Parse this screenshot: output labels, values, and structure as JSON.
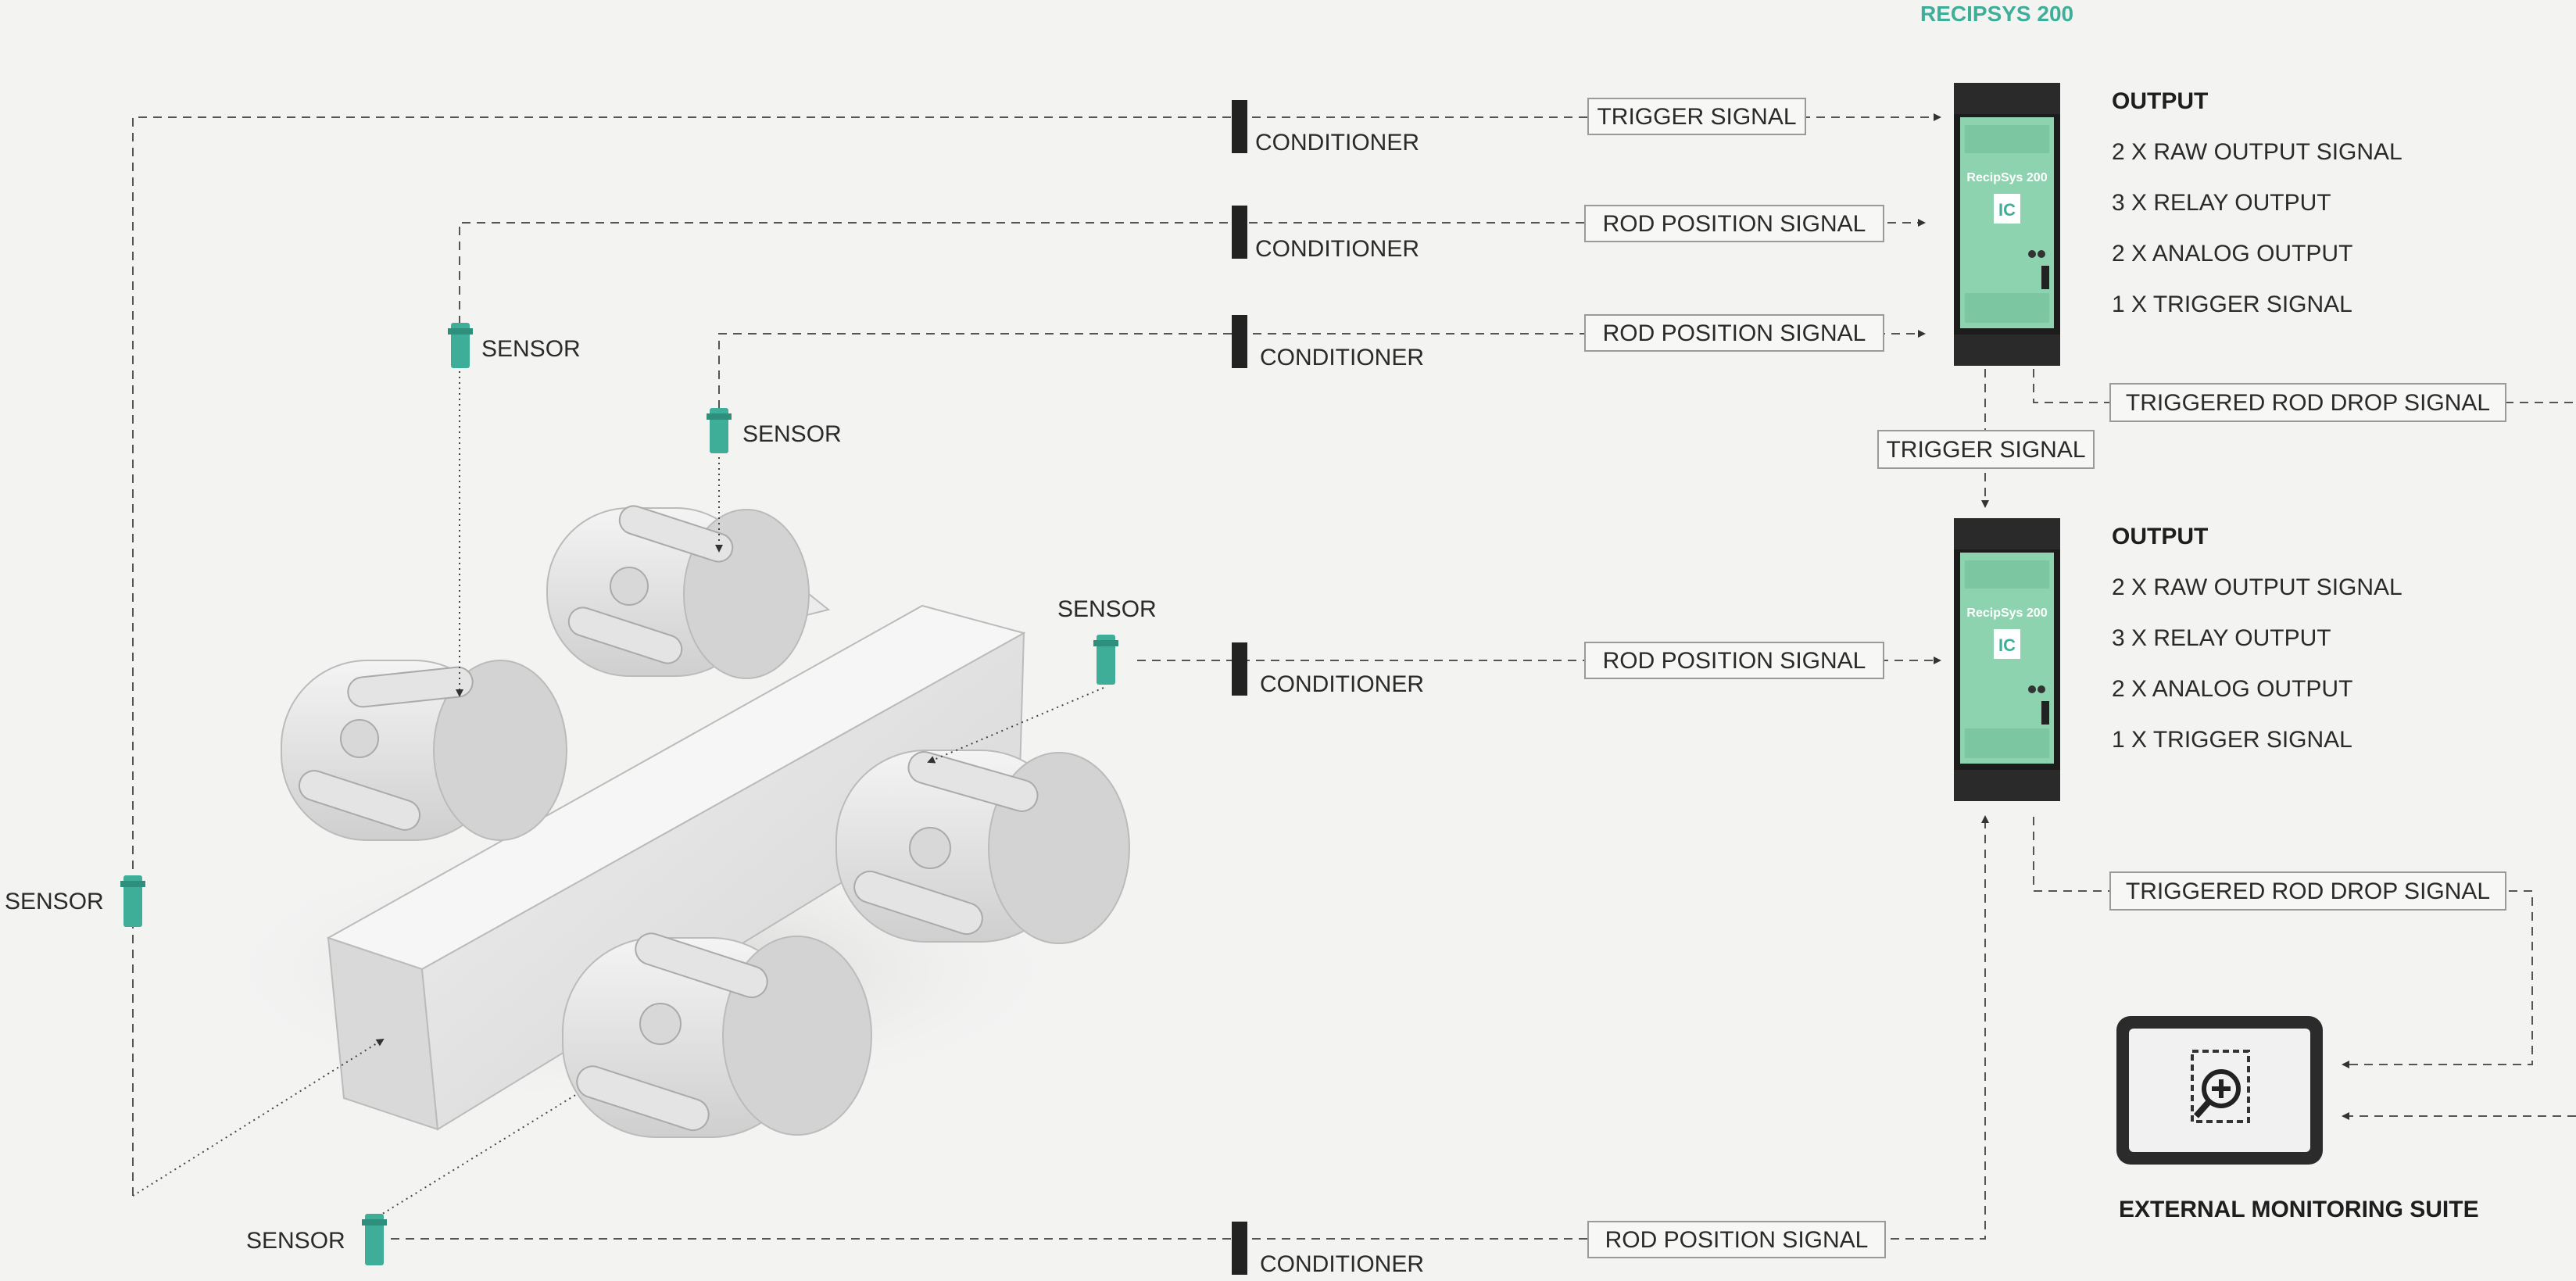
{
  "device_title": "RECIPSYS 200",
  "device_text": "RecipSys 200",
  "device_logo": "IC",
  "output_header": "OUTPUT",
  "outputs": [
    "2 X RAW OUTPUT SIGNAL",
    "3 X RELAY OUTPUT",
    "2 X ANALOG OUTPUT",
    "1 X TRIGGER SIGNAL"
  ],
  "conditioner": "CONDITIONER",
  "sensor": "SENSOR",
  "trigger_signal": "TRIGGER SIGNAL",
  "rod_position_signal": "ROD POSITION SIGNAL",
  "triggered_rod_drop_signal": "TRIGGERED ROD DROP SIGNAL",
  "monitor_label": "EXTERNAL MONITORING SUITE",
  "colors": {
    "accent": "#3fae98",
    "module_green": "#8ed3b0",
    "module_dark": "#1c1c1c",
    "background": "#f3f3f2"
  },
  "icons": {
    "sensor": "sensor-icon",
    "monitor": "laptop-monitor-icon",
    "search": "magnify-plus-icon"
  }
}
